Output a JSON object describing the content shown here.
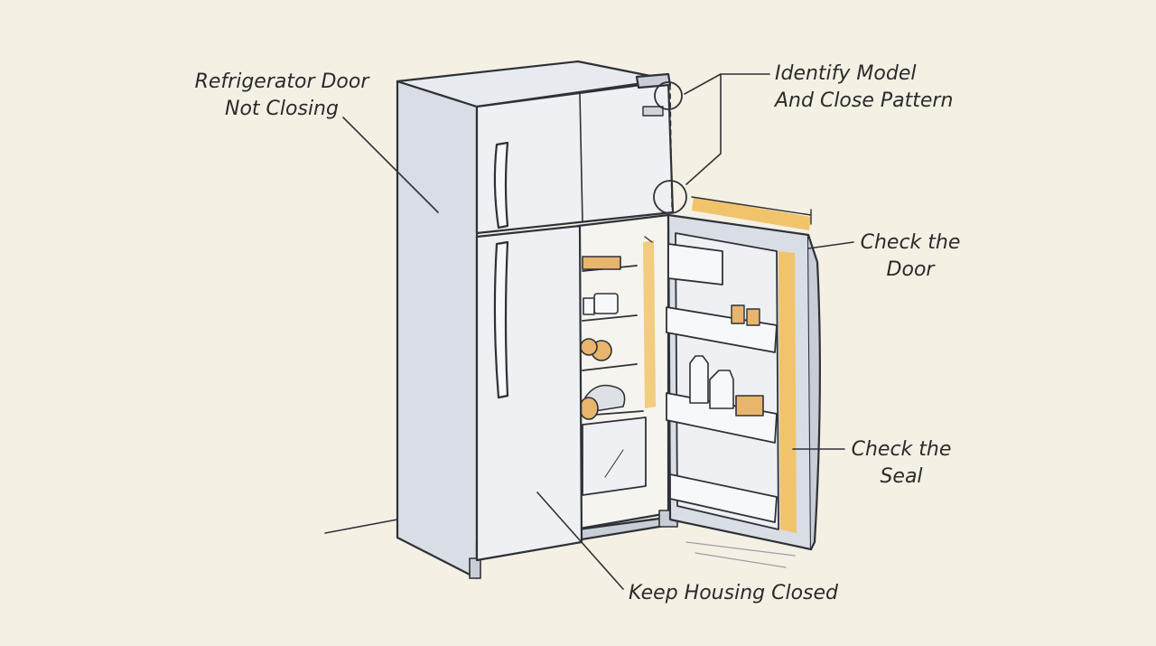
{
  "colors": {
    "background": "#f4f0e4",
    "fridge_body": "#d9dde4",
    "fridge_front": "#eef0f3",
    "outline": "#2e3138",
    "seal_highlight": "#f1c46b",
    "food": "#e8b56c"
  },
  "callouts": {
    "door_not_closing": {
      "line1": "Refrigerator Door",
      "line2": "Not Closing"
    },
    "identify_model": {
      "line1": "Identify Model",
      "line2": "And Close Pattern"
    },
    "check_door": {
      "line1": "Check the",
      "line2": "Door"
    },
    "check_seal": {
      "line1": "Check the",
      "line2": "Seal"
    },
    "keep_housing": {
      "line1": "Keep Housing Closed"
    }
  },
  "icons": [
    "refrigerator-illustration",
    "hinge-circle-marker",
    "door-seal-highlight"
  ]
}
